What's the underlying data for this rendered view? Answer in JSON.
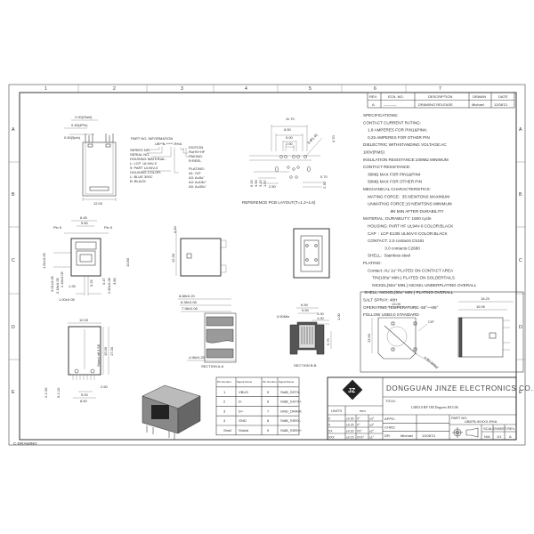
{
  "frame": {
    "columns": [
      "1",
      "2",
      "3",
      "4",
      "5",
      "6",
      "7"
    ],
    "rows": [
      "A",
      "B",
      "C",
      "D",
      "E"
    ],
    "drawing_type": "C-DRAWING"
  },
  "revision_table": {
    "headers": [
      "REV.",
      "ECN. NO.",
      "DESCRIPTION",
      "DRAWN",
      "DATE"
    ],
    "rows": [
      [
        "A",
        "-----------",
        "DRAWING RELEASE",
        "Michael",
        "12/08'21"
      ]
    ]
  },
  "specifications": [
    "SPECIFICATIONS:",
    "CONTACT CURRENT RATING:",
    "    1.8 AMPERES FOR PIN1&PIN4;",
    "    0.25 AMPERES FOR OTHER PIN",
    "DIELECTRIC WITHSTANDING VOLTAGE:AC",
    "100V(RMS)",
    "INSULATION RESISTANCE:100MΩ MINIMUM",
    "CONTACT RESISTANCE:",
    "    30MΩ MAX FOR PIN1&PIN4",
    "    50MΩ MAX FOR OTHER PIN",
    "MECHANICAL CHARACTERISTICS:",
    "    MATING FORCE:  35 NEWTONS MAXIMUM",
    "    UNMATING FORCE:10 NEWTONS MINIMUM",
    "                        8N MIN AFTER DURABILITY",
    "MATERIAL: DURABILITY: 1500 cycle",
    "    HOUSING: PART HF UL94V-0 COLOR:BLACK",
    "    CAP  : LCP E130i UL94V-0 COLOR:BLACK",
    "    CONTACT: 2.0 contacts C5191",
    "                   3.0 contacts C2680",
    "    SHELL:  Stainless steel",
    "PLATING:",
    "    Contact: AU 1u\" PLATED ON CONTACT AREA",
    "        TIN(100u\" MIN.) PLATED ON SOLDERTAILS",
    "        NICKEL(50u\" MIN.) NICKEL UNDERPLATING OVERALL",
    " SHELL: NICKEL(50u\" MIN.) PLATING OVERALL",
    "SALT SPRAY: 48H",
    "OPERATING TEMPERATURE:-55°~+85°",
    "FOLLOW USB3.0 STANDARD"
  ],
  "part_info": {
    "title": "PART NO. INFORMATION",
    "code": "UB**B-*****-RHA",
    "left": [
      "SERIES NO.",
      "SERIAL NO.",
      "HOUSING MATERIAL:",
      "L: LCP  UL94V-0",
      "9: PART UL94V-0",
      "HOUSING COLOR:",
      "L: BLUE 300C",
      "B: BLACK"
    ],
    "right": [
      "EDITION",
      "RoHS+HF",
      "PAKING:",
      "R:REEL",
      "PLATING:",
      "A1: G/F",
      "A3: Au3u\"",
      "A4: Au15u\"",
      "A5: Au30u\""
    ]
  },
  "dims": [
    "2.00(Shell)",
    "0.45(4Pin)",
    "0.50(5pin)",
    "12.00",
    "11.70",
    "8.50",
    "5.00",
    "2.50",
    "6-Ø1.40",
    "0.70",
    "2.50",
    "0.70",
    "6.15",
    "3.90",
    "3.15",
    "1.67",
    "2.30",
    "8.45",
    "5.60",
    "Pin 5",
    "Pin 9",
    "1.81±0.05",
    "3.61±0.05",
    "3.18±0.05",
    "2.18±0.05",
    "1.25",
    "1.00±0.05",
    "0.25",
    "0.47",
    "2.80±0.08",
    "4.80",
    "10.80",
    "0.30",
    "12.30",
    "8.88±0.20",
    "8.38±0.08",
    "7.98±0.08",
    "4.98±0.25",
    "6.59",
    "5.59",
    "0.50Min",
    "2.00",
    "1.00",
    "1.00",
    "5.75",
    "12.00",
    "Stand off 3.58",
    "15.00",
    "17.30",
    "2-2.30",
    "9-2.10",
    "2.50",
    "5.00",
    "8.50",
    "13.00",
    "13.60",
    "CIP",
    "4-R0.5Max",
    "18.20",
    "15.90"
  ],
  "pcb_caption": "REFERENCE PCB LAYOUT(T=1.2~1.6)",
  "sections": {
    "a": "SECTION A-A",
    "b": "SECTION B-B"
  },
  "pin_table": {
    "headers": [
      "Pin Number",
      "Signal Name",
      "Pin Number",
      "Signal Name"
    ],
    "rows": [
      [
        "1",
        "VBUS",
        "5",
        "StdB_SSTX-"
      ],
      [
        "2",
        "D-",
        "6",
        "StdB_SSTX+"
      ],
      [
        "3",
        "D+",
        "7",
        "GND_DRAIN"
      ],
      [
        "4",
        "GND",
        "8",
        "StdB_SSRX-"
      ],
      [
        "Shell",
        "Shield",
        "9",
        "StdB_SSRX+"
      ]
    ]
  },
  "title_block": {
    "company": "DONGGUAN JINZE ELECTRONICS CO., LTD",
    "title_label": "TITLE:",
    "title": "USB3.0 BF 180 Degrees H15.06",
    "units_label": "UNITS",
    "units": "mm",
    "tolerances": [
      [
        "X",
        "±0.30",
        "X°",
        "±3°"
      ],
      [
        "X",
        "±0.25",
        "X°",
        "±3°"
      ],
      [
        "XX",
        "±0.20",
        "XX°",
        "±2°"
      ],
      [
        "XXX",
        "±0.15",
        "XXX°",
        "±1°"
      ]
    ],
    "appd_label": "APPD:",
    "chkd_label": "CHKD:",
    "dr_label": "DR:",
    "dr_name": "Michael",
    "dr_date": "12/08'21",
    "part_no_label": "PART NO.",
    "part_no": "UB87B-90XXX-RHA",
    "scale_label": "SCALE",
    "sheet_label": "SHEET",
    "rev_label": "REV.",
    "scale": "N/A",
    "sheet": "1/1",
    "rev": "A",
    "logo_text": "JZ"
  }
}
